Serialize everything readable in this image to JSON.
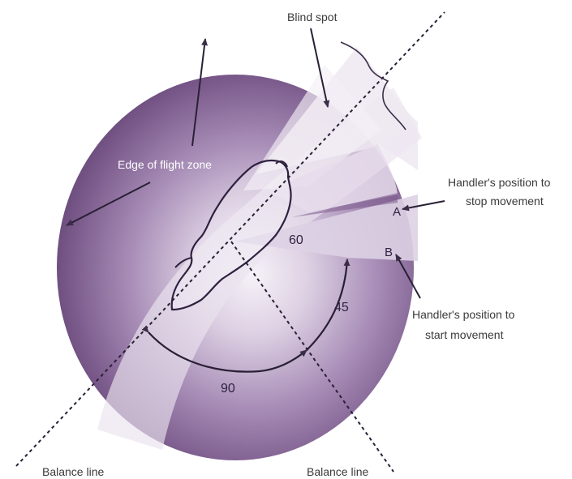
{
  "labels": {
    "blind_spot": "Blind spot",
    "edge_of_flight_zone": "Edge of flight zone",
    "handler_stop_line1": "Handler's position to",
    "handler_stop_line2": "stop movement",
    "handler_start_line1": "Handler's position to",
    "handler_start_line2": "start movement",
    "point_a": "A",
    "point_b": "B",
    "angle_60": "60",
    "angle_45": "45",
    "angle_90": "90",
    "balance_line_left": "Balance line",
    "balance_line_right": "Balance line"
  },
  "colors": {
    "zone_center": "#f3eef6",
    "zone_mid": "#b8a4c2",
    "zone_edge": "#6a4a7d",
    "zone_dark": "#553b66",
    "band_light": "#efe9f2",
    "arrow": "#3a2d47"
  }
}
